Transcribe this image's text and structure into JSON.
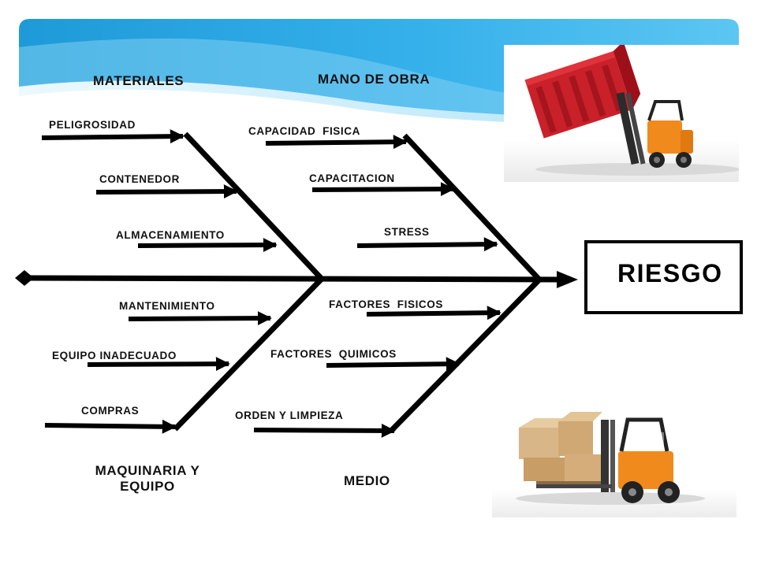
{
  "effect": "RIESGO",
  "categories": [
    {
      "name": "MATERIALES",
      "causes": [
        "PELIGROSIDAD",
        "CONTENEDOR",
        "ALMACENAMIENTO"
      ]
    },
    {
      "name": "MANO DE OBRA",
      "causes": [
        "CAPACIDAD  FISICA",
        "CAPACITACION",
        "STRESS"
      ]
    },
    {
      "name": "MAQUINARIA Y EQUIPO",
      "causes": [
        "MANTENIMIENTO",
        "EQUIPO INADECUADO",
        "COMPRAS"
      ]
    },
    {
      "name": "MEDIO",
      "causes": [
        "FACTORES  FISICOS",
        "FACTORES  QUIMICOS",
        "ORDEN Y LIMPIEZA"
      ]
    }
  ],
  "colors": {
    "banner_dark": "#1e9ad8",
    "banner_light": "#8fd6f5",
    "line": "#000000",
    "box_border": "#000000"
  },
  "icons": [
    "forklift-tilting-pallet-photo",
    "forklift-carrying-boxes-photo"
  ]
}
